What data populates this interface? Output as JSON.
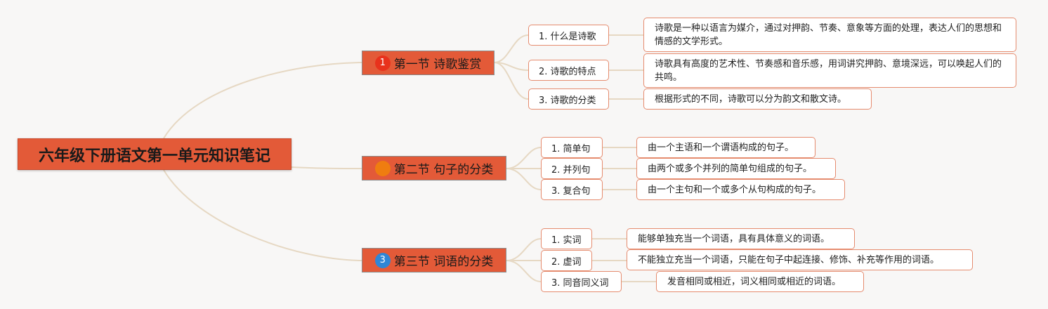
{
  "root": {
    "label": "六年级下册语文第一单元知识笔记"
  },
  "sections": [
    {
      "label": "第一节 诗歌鉴赏",
      "marker": {
        "icon": "number-one-badge",
        "text": "1",
        "color": "#e8321c"
      },
      "items": [
        {
          "label": "1. 什么是诗歌",
          "detail": "诗歌是一种以语言为媒介，通过对押韵、节奏、意象等方面的处理，表达人们的思想和情感的文学形式。"
        },
        {
          "label": "2. 诗歌的特点",
          "detail": "诗歌具有高度的艺术性、节奏感和音乐感，用词讲究押韵、意境深远，可以唤起人们的共鸣。"
        },
        {
          "label": "3. 诗歌的分类",
          "detail": "根据形式的不同，诗歌可以分为韵文和散文诗。"
        }
      ]
    },
    {
      "label": "第二节 句子的分类",
      "marker": {
        "icon": "orange-dot",
        "text": "",
        "color": "#ef7d10"
      },
      "items": [
        {
          "label": "1. 简单句",
          "detail": "由一个主语和一个谓语构成的句子。"
        },
        {
          "label": "2. 并列句",
          "detail": "由两个或多个并列的简单句组成的句子。"
        },
        {
          "label": "3. 复合句",
          "detail": "由一个主句和一个或多个从句构成的句子。"
        }
      ]
    },
    {
      "label": "第三节 词语的分类",
      "marker": {
        "icon": "number-three-badge",
        "text": "3",
        "color": "#2f86d6"
      },
      "items": [
        {
          "label": "1. 实词",
          "detail": "能够单独充当一个词语，具有具体意义的词语。"
        },
        {
          "label": "2. 虚词",
          "detail": "不能独立充当一个词语，只能在句子中起连接、修饰、补充等作用的词语。"
        },
        {
          "label": "3. 同音同义词",
          "detail": "发音相同或相近，词义相同或相近的词语。"
        }
      ]
    }
  ],
  "colors": {
    "node_fill": "#e35a38",
    "card_border": "#e58b6e",
    "connector": "#e6d8c3",
    "background": "#f8f7f6"
  }
}
